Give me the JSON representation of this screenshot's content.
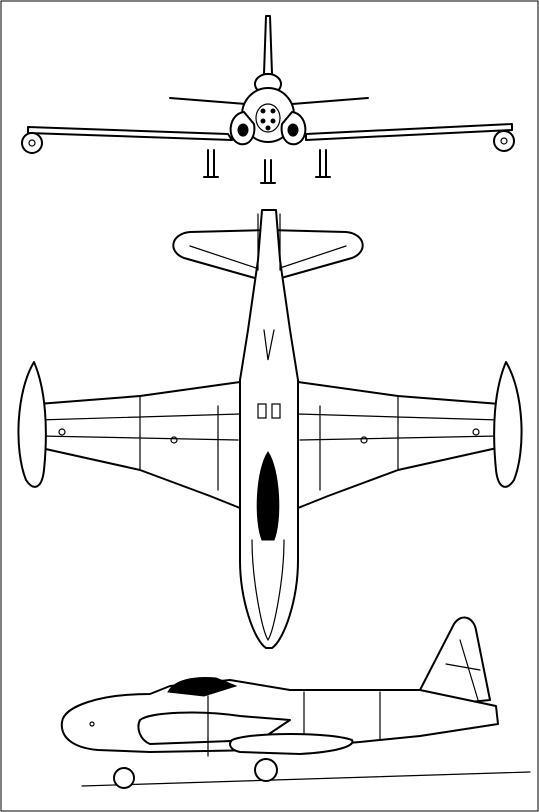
{
  "figure": {
    "kind": "three-view line drawing",
    "subject_icon": "jet-aircraft-icon",
    "views": [
      "front",
      "top",
      "side"
    ],
    "colors": {
      "line": "#000000",
      "background": "#ffffff"
    }
  }
}
